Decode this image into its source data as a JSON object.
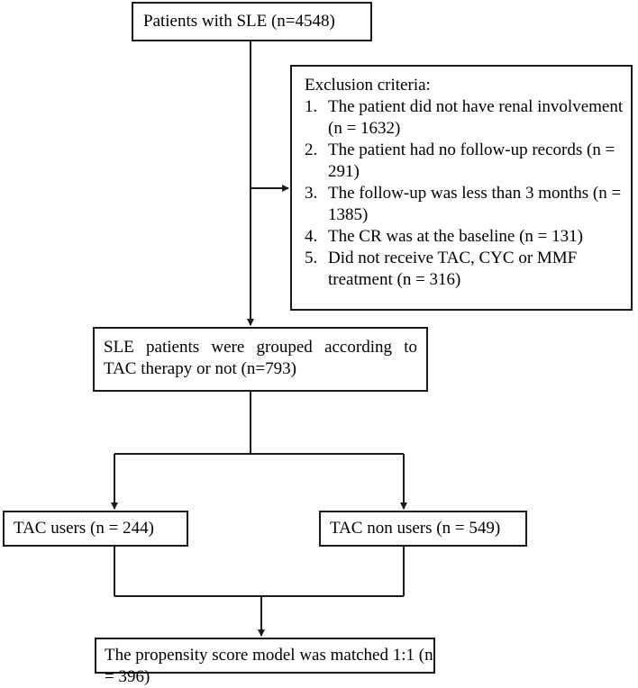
{
  "flowchart": {
    "start": "Patients with SLE (n=4548)",
    "exclusion": {
      "heading": "Exclusion criteria:",
      "items": [
        {
          "num": "1.",
          "text": "The patient did not have renal involvement (n = 1632)"
        },
        {
          "num": "2.",
          "text": "The patient had no follow-up records (n = 291)"
        },
        {
          "num": "3.",
          "text": "The follow-up was less than 3 months (n = 1385)"
        },
        {
          "num": "4.",
          "text": "The CR was at the baseline (n = 131)"
        },
        {
          "num": "5.",
          "text": "Did not receive TAC, CYC or MMF treatment (n = 316)"
        }
      ]
    },
    "grouped": {
      "line1": "SLE patients were grouped according to",
      "line2": "TAC therapy or not (n=793)"
    },
    "tac_users": "TAC users (n = 244)",
    "tac_non_users": "TAC non users (n = 549)",
    "matched": "The propensity score model was matched 1:1 (n = 396)"
  },
  "colors": {
    "line": "#1a1a1a",
    "box_border": "#1a1a1a",
    "background": "#ffffff"
  }
}
